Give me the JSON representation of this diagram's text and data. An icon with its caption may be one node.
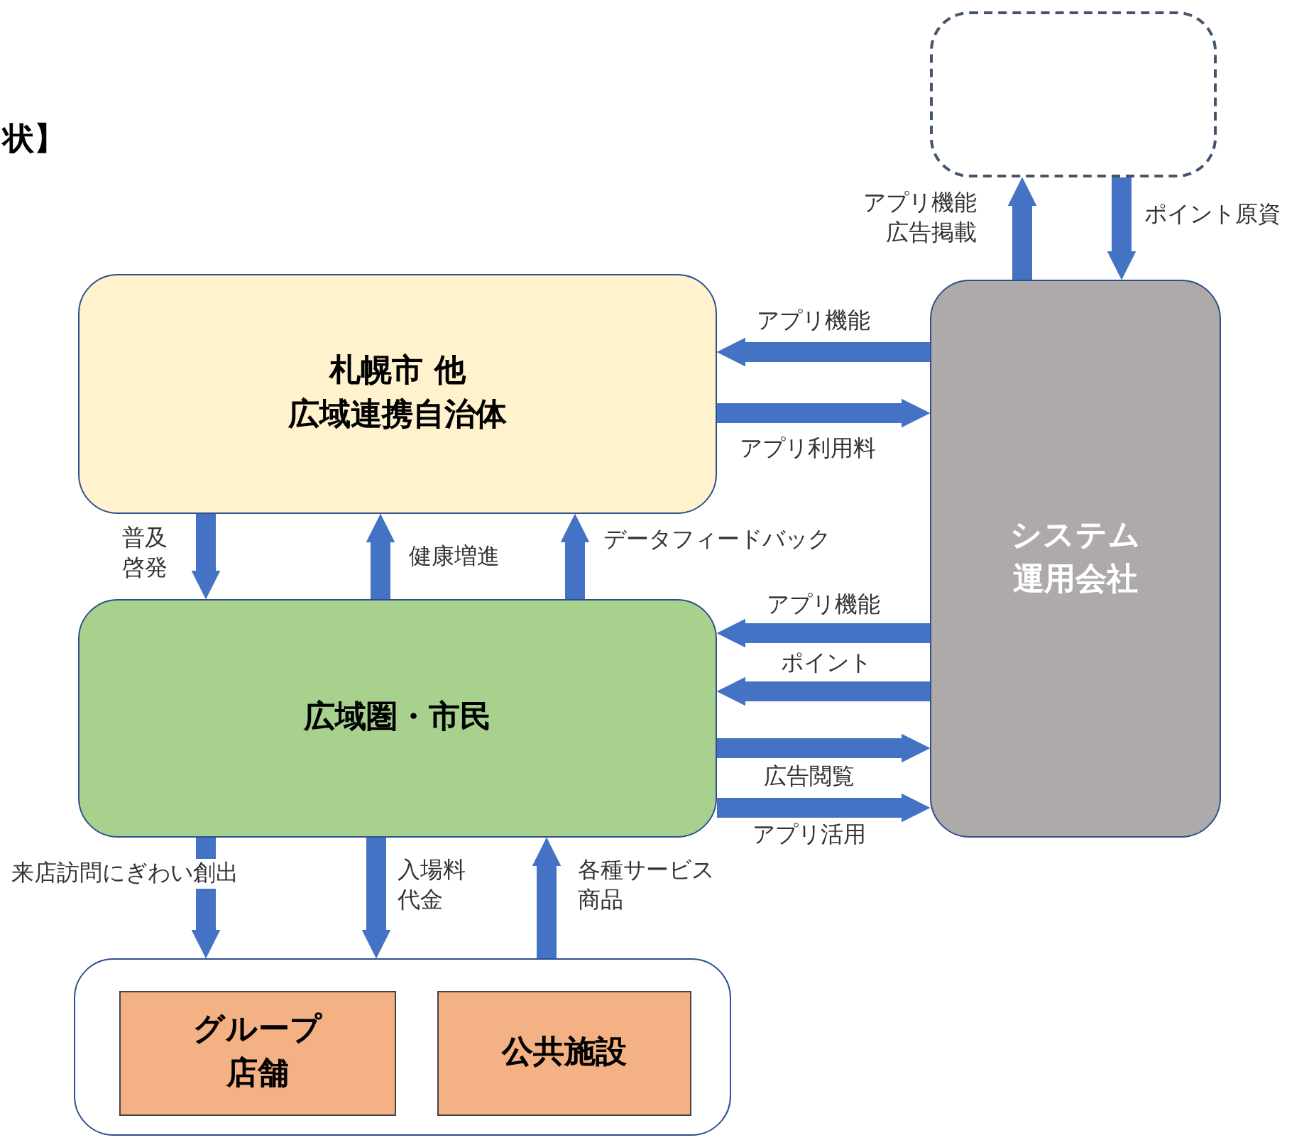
{
  "diagram": {
    "title": "状】",
    "nodes": [
      {
        "text": [],
        "shape": "box"
      },
      {
        "text": [
          "札幌市 他",
          "広域連携自治体"
        ]
      },
      {
        "text": [
          "システム運用会社"
        ]
      },
      {
        "text": [
          "広域圏・市民"
        ]
      },
      {
        "text": [],
        "shape": "box"
      },
      {
        "text": [
          "グループ店舗"
        ],
        "in": 4
      },
      {
        "text": [
          "公共施設"
        ],
        "in": 4
      }
    ],
    "edges": [
      {
        "from": 2,
        "to": 0,
        "arrow": "to",
        "label": "アプリ機能広告掲載"
      },
      {
        "from": 0,
        "to": 2,
        "arrow": "to",
        "label": "ポイント原資"
      },
      {
        "from": 2,
        "to": 1,
        "arrow": "to",
        "label": "アプリ機能"
      },
      {
        "from": 1,
        "to": 2,
        "arrow": "to",
        "label": "アプリ利用料"
      },
      {
        "from": 1,
        "to": 3,
        "arrow": "to",
        "label": "普及啓発"
      },
      {
        "from": 3,
        "to": 1,
        "arrow": "to",
        "label": "健康増進"
      },
      {
        "from": 3,
        "to": 1,
        "arrow": "to",
        "label": "データフィードバック"
      },
      {
        "from": 2,
        "to": 3,
        "arrow": "to",
        "label": "アプリ機能"
      },
      {
        "from": 2,
        "to": 3,
        "arrow": "to",
        "label": "ポイント"
      },
      {
        "from": 3,
        "to": 2,
        "arrow": "to",
        "label": "広告閲覧"
      },
      {
        "from": 3,
        "to": 2,
        "arrow": "to",
        "label": "アプリ活用"
      },
      {
        "from": 3,
        "to": 4,
        "arrow": "to",
        "label": "来店訪問にぎわい創出"
      },
      {
        "from": 3,
        "to": 4,
        "arrow": "to",
        "label": "入場料代金"
      },
      {
        "from": 4,
        "to": 3,
        "arrow": "to",
        "label": "各種サービス商品"
      }
    ]
  }
}
